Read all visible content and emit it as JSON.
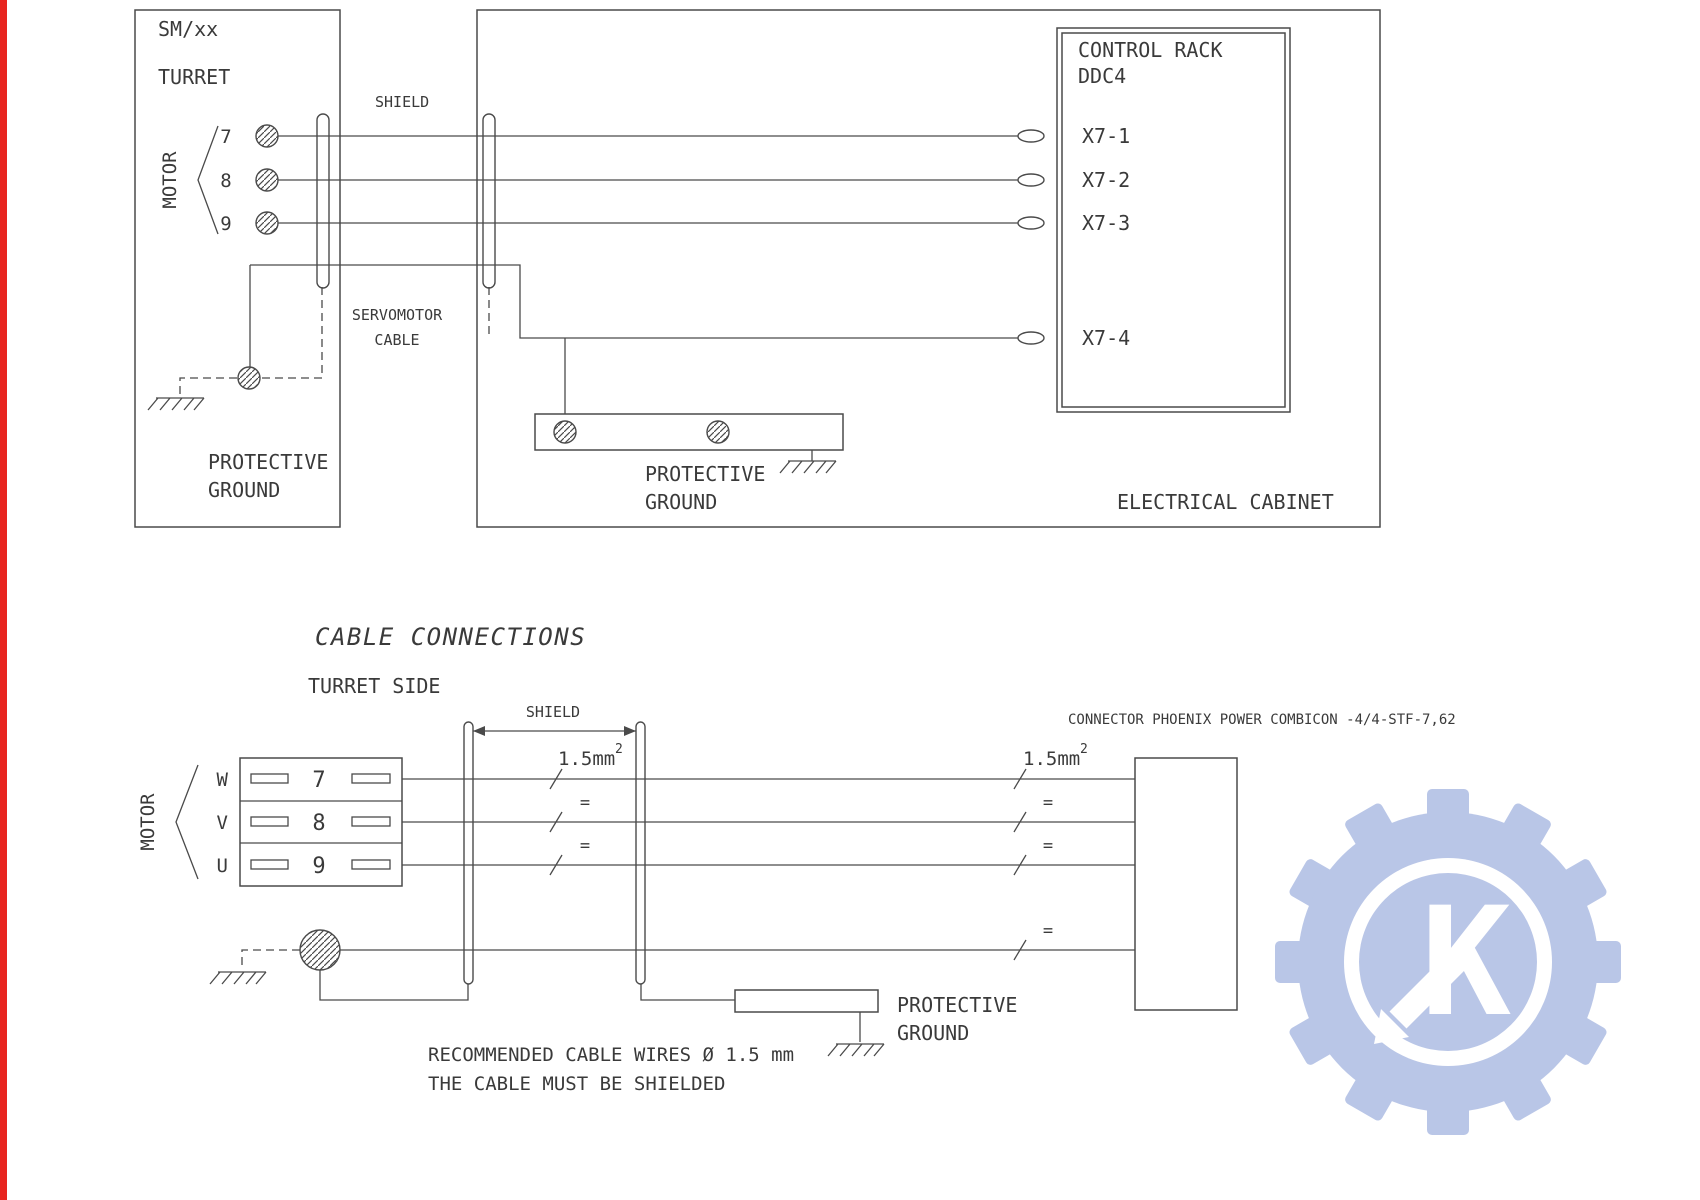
{
  "colors": {
    "line": "#4a4a4a",
    "text": "#3a3a3a",
    "red": "#e8251f",
    "watermark": "#b6c3e6"
  },
  "top_diagram": {
    "turret_box": {
      "model": "SM/xx",
      "name": "TURRET",
      "motor": "MOTOR",
      "pins": [
        "7",
        "8",
        "9"
      ]
    },
    "shield_label": "SHIELD",
    "cable_label": [
      "SERVOMOTOR",
      "CABLE"
    ],
    "control_rack": {
      "line1": "CONTROL RACK",
      "line2": "DDC4",
      "terminals": [
        "X7-1",
        "X7-2",
        "X7-3",
        "X7-4"
      ]
    },
    "protective_ground_left": [
      "PROTECTIVE",
      "GROUND"
    ],
    "protective_ground_cabinet": [
      "PROTECTIVE",
      "GROUND"
    ],
    "cabinet_label": "ELECTRICAL CABINET"
  },
  "bottom_diagram": {
    "title": "CABLE CONNECTIONS",
    "subtitle": "TURRET SIDE",
    "shield_label": "SHIELD",
    "motor": "MOTOR",
    "phases": [
      "W",
      "V",
      "U"
    ],
    "pins": [
      "7",
      "8",
      "9"
    ],
    "wire_size": "1.5mm",
    "wire_size_exponent": "2",
    "equal_mark": "=",
    "connector_label": "CONNECTOR PHOENIX POWER COMBICON -4/4-STF-7,62",
    "protective_ground": [
      "PROTECTIVE",
      "GROUND"
    ],
    "notes": [
      "RECOMMENDED CABLE WIRES Ø 1.5 mm",
      "THE CABLE MUST BE SHIELDED"
    ]
  },
  "watermark": {
    "letter": "K"
  }
}
